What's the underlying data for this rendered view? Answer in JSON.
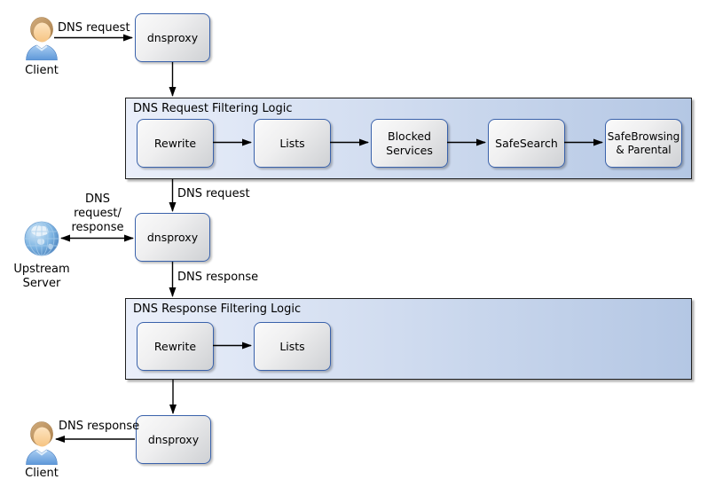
{
  "diagram_type": "flowchart",
  "colors": {
    "node_border": "#3a62ab",
    "node_fill_light": "#fafafa",
    "node_fill_dark": "#cfd1d4",
    "container_border": "#1f1f1f",
    "container_fill_left": "#eaeffa",
    "container_fill_right": "#b4c7e4",
    "arrow": "#000000",
    "text": "#000000",
    "globe_blue": "#4986c4",
    "shirt_blue": "#6ba3dd",
    "hair_brown": "#bf9764",
    "skin_tone": "#fbd5a0"
  },
  "actors": {
    "client_top": {
      "label": "Client"
    },
    "client_bottom": {
      "label": "Client"
    },
    "upstream_server": {
      "label_line1": "Upstream",
      "label_line2": "Server"
    }
  },
  "nodes": {
    "dnsproxy_top": {
      "label": "dnsproxy"
    },
    "dnsproxy_middle": {
      "label": "dnsproxy"
    },
    "dnsproxy_bottom": {
      "label": "dnsproxy"
    }
  },
  "containers": {
    "request_filtering": {
      "title": "DNS Request Filtering Logic",
      "steps": [
        "Rewrite",
        "Lists",
        "Blocked Services",
        "SafeSearch",
        "SafeBrowsing & Parental"
      ]
    },
    "response_filtering": {
      "title": "DNS Response Filtering Logic",
      "steps": [
        "Rewrite",
        "Lists"
      ]
    }
  },
  "edge_labels": {
    "client_to_dnsproxy": "DNS request",
    "filter_input": "DNS request",
    "upstream_exchange": {
      "line1": "DNS",
      "line2": "request/",
      "line3": "response"
    },
    "proxy_to_response_filter": "DNS response",
    "dnsproxy_to_client": "DNS response"
  }
}
